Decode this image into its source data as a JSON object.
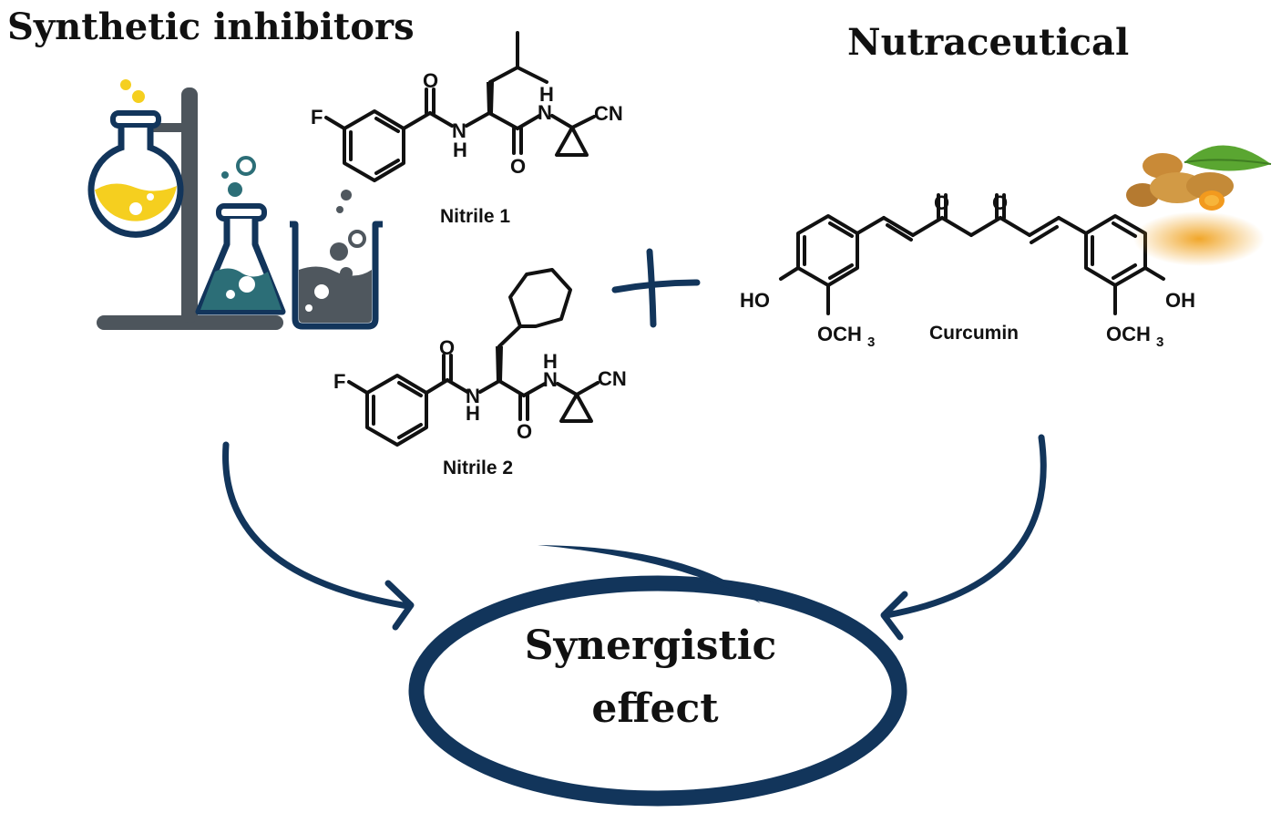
{
  "headings": {
    "synthetic": "Synthetic inhibitors",
    "nutraceutical": "Nutraceutical"
  },
  "compounds": {
    "nitrile1": {
      "name": "Nitrile 1",
      "atoms": {
        "F": "F",
        "O_top": "O",
        "NH_amide": "N",
        "H_amide": "H",
        "O_bottom": "O",
        "NH_top_H": "H",
        "NH_top_N": "N",
        "CN": "CN"
      }
    },
    "nitrile2": {
      "name": "Nitrile 2",
      "atoms": {
        "F": "F",
        "O_top": "O",
        "NH_amide": "N",
        "H_amide": "H",
        "O_bottom": "O",
        "NH_top_H": "H",
        "NH_top_N": "N",
        "CN": "CN"
      }
    },
    "curcumin": {
      "name": "Curcumin",
      "atoms": {
        "O1": "O",
        "O2": "O",
        "HO": "HO",
        "OH": "OH",
        "OCH": "OCH",
        "sub3": "3"
      }
    }
  },
  "center": {
    "line1": "Synergistic",
    "line2": "effect"
  },
  "colors": {
    "navy": "#12355b",
    "stand": "#4d555c",
    "yellow": "#f5cf1f",
    "teal": "#2c6e77",
    "dark_liquid": "#4f575e",
    "turmeric": "#e9a227",
    "leaf": "#5aa631"
  },
  "icons": [
    "lab-glassware-icon",
    "plus-icon",
    "turmeric-icon"
  ]
}
